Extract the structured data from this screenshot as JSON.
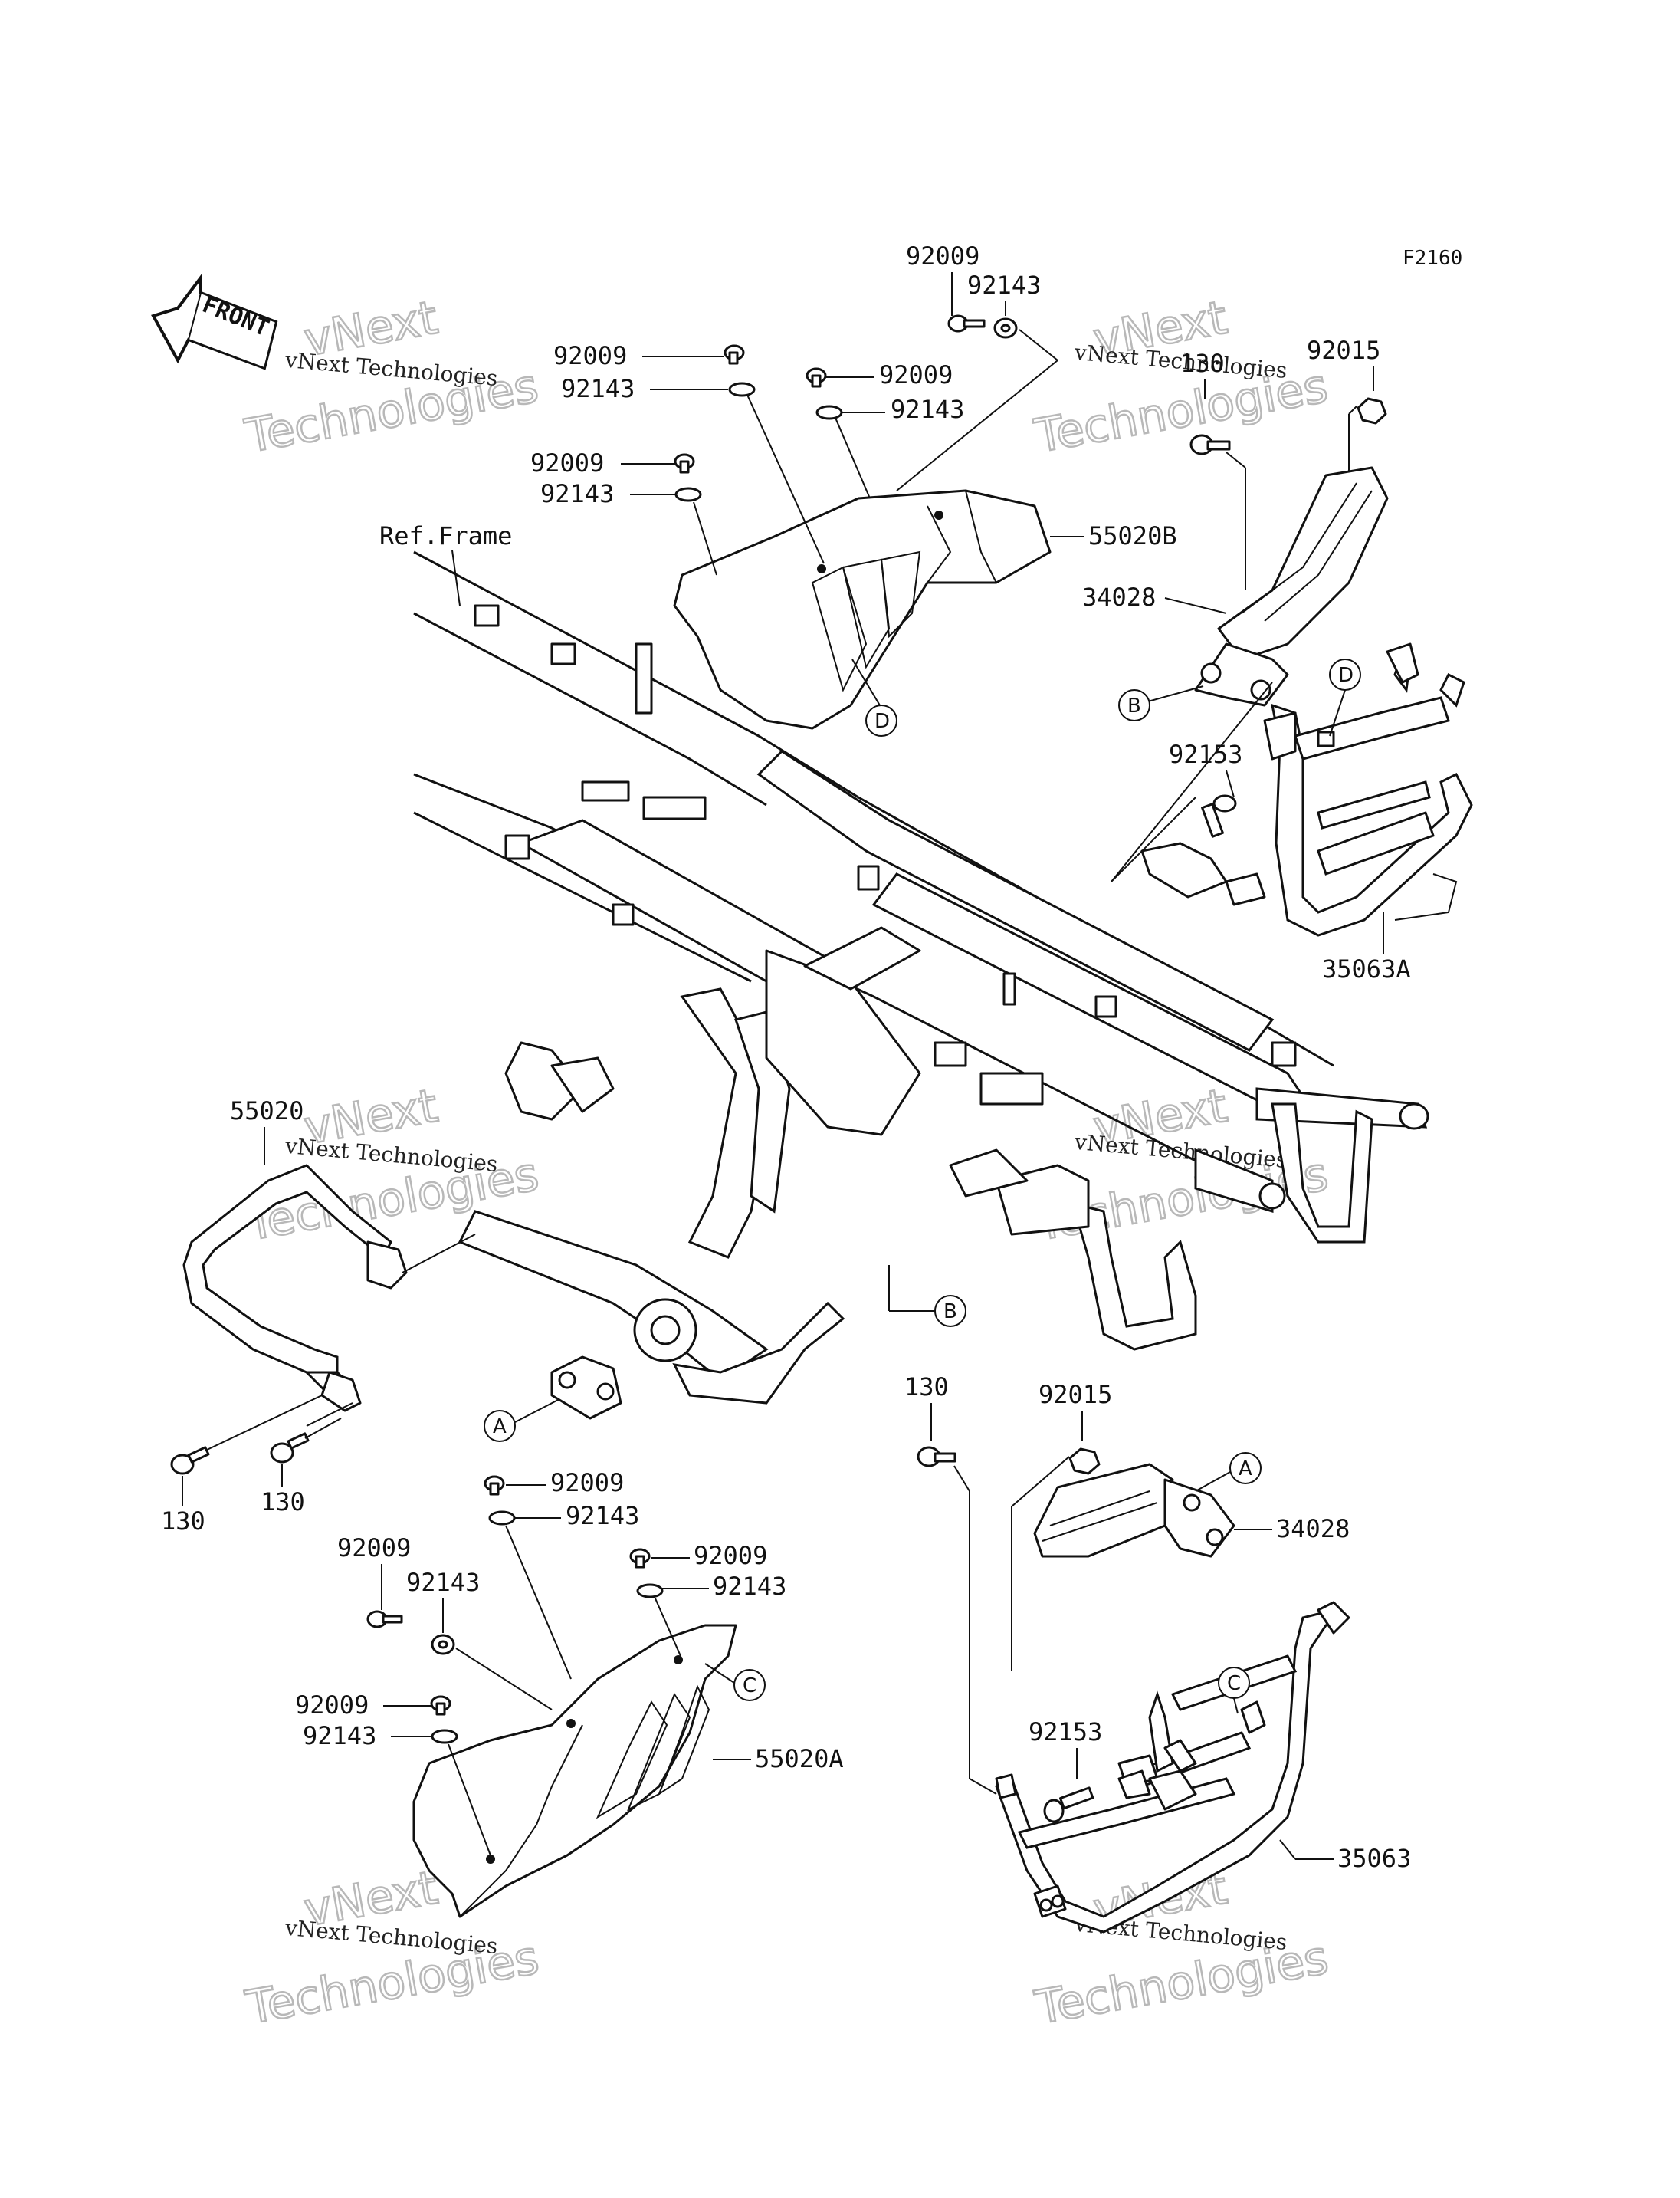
{
  "diagram_code": "F2160",
  "front_label": "FRONT",
  "ref_label": "Ref.Frame",
  "watermark": {
    "line1": "vNext Technologies",
    "line2": "vNext",
    "line3": "Technologies"
  },
  "callouts": {
    "A": "A",
    "B": "B",
    "C": "C",
    "D": "D"
  },
  "parts": {
    "p92009_top": "92009",
    "p92143_top": "92143",
    "p92009_a": "92009",
    "p92143_a": "92143",
    "p92009_b": "92009",
    "p92143_b": "92143",
    "p92009_c": "92009",
    "p92143_c": "92143",
    "p55020B": "55020B",
    "p130_tr": "130",
    "p92015_tr": "92015",
    "p34028_tr": "34028",
    "p92153_tr": "92153",
    "p35063A": "35063A",
    "p55020": "55020",
    "p130_l1": "130",
    "p130_l2": "130",
    "p92009_d": "92009",
    "p92143_d": "92143",
    "p92009_e": "92009",
    "p92143_e": "92143",
    "p92009_f": "92009",
    "p92143_f": "92143",
    "p92009_g": "92009",
    "p92143_g": "92143",
    "p55020A": "55020A",
    "p130_br": "130",
    "p92015_br": "92015",
    "p34028_br": "34028",
    "p92153_br": "92153",
    "p35063": "35063"
  }
}
